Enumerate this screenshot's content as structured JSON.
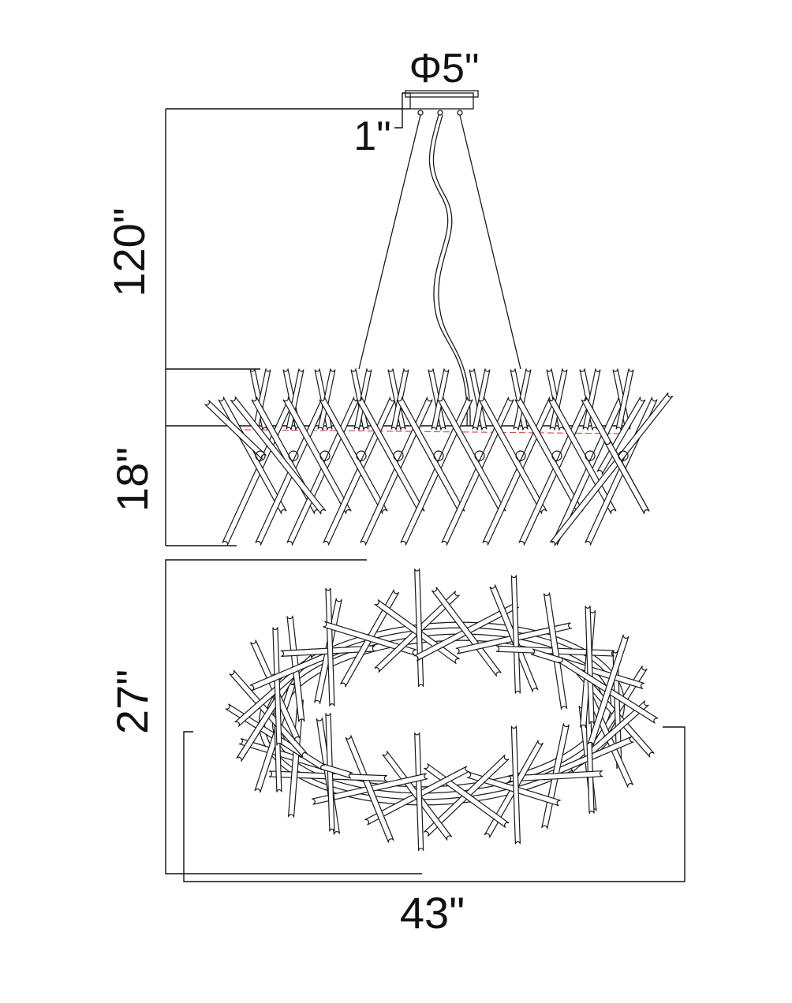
{
  "labels": {
    "canopy_diameter": "Φ5\"",
    "canopy_height": "1\"",
    "overall_height": "120\"",
    "fixture_height": "18\"",
    "depth": "27\"",
    "width": "43\""
  },
  "colors": {
    "line": "#1a1a1a",
    "accent_centerline": "#e05050",
    "background": "#ffffff"
  }
}
